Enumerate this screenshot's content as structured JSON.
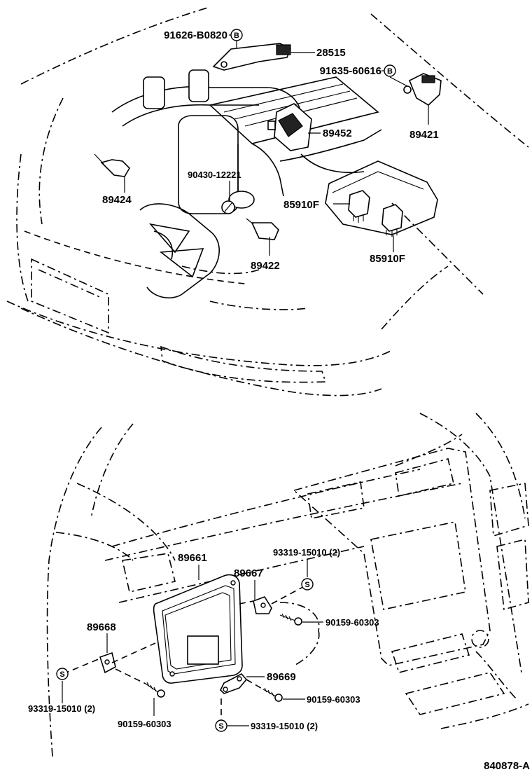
{
  "diagram_id": "840878-A",
  "callout_letters": {
    "b": "B",
    "s": "S"
  },
  "parts_top": [
    {
      "id": "91626-B0820"
    },
    {
      "id": "28515"
    },
    {
      "id": "91635-60616"
    },
    {
      "id": "89452"
    },
    {
      "id": "89421"
    },
    {
      "id": "90430-12221"
    },
    {
      "id": "89424"
    },
    {
      "id": "85910F"
    },
    {
      "id": "89422"
    },
    {
      "id": "85910F"
    }
  ],
  "parts_bottom": [
    {
      "id": "89661"
    },
    {
      "id": "93319-15010 (2)"
    },
    {
      "id": "89667"
    },
    {
      "id": "90159-60303"
    },
    {
      "id": "89668"
    },
    {
      "id": "89669"
    },
    {
      "id": "90159-60303"
    },
    {
      "id": "93319-15010 (2)"
    },
    {
      "id": "90159-60303"
    },
    {
      "id": "93319-15010 (2)"
    }
  ]
}
